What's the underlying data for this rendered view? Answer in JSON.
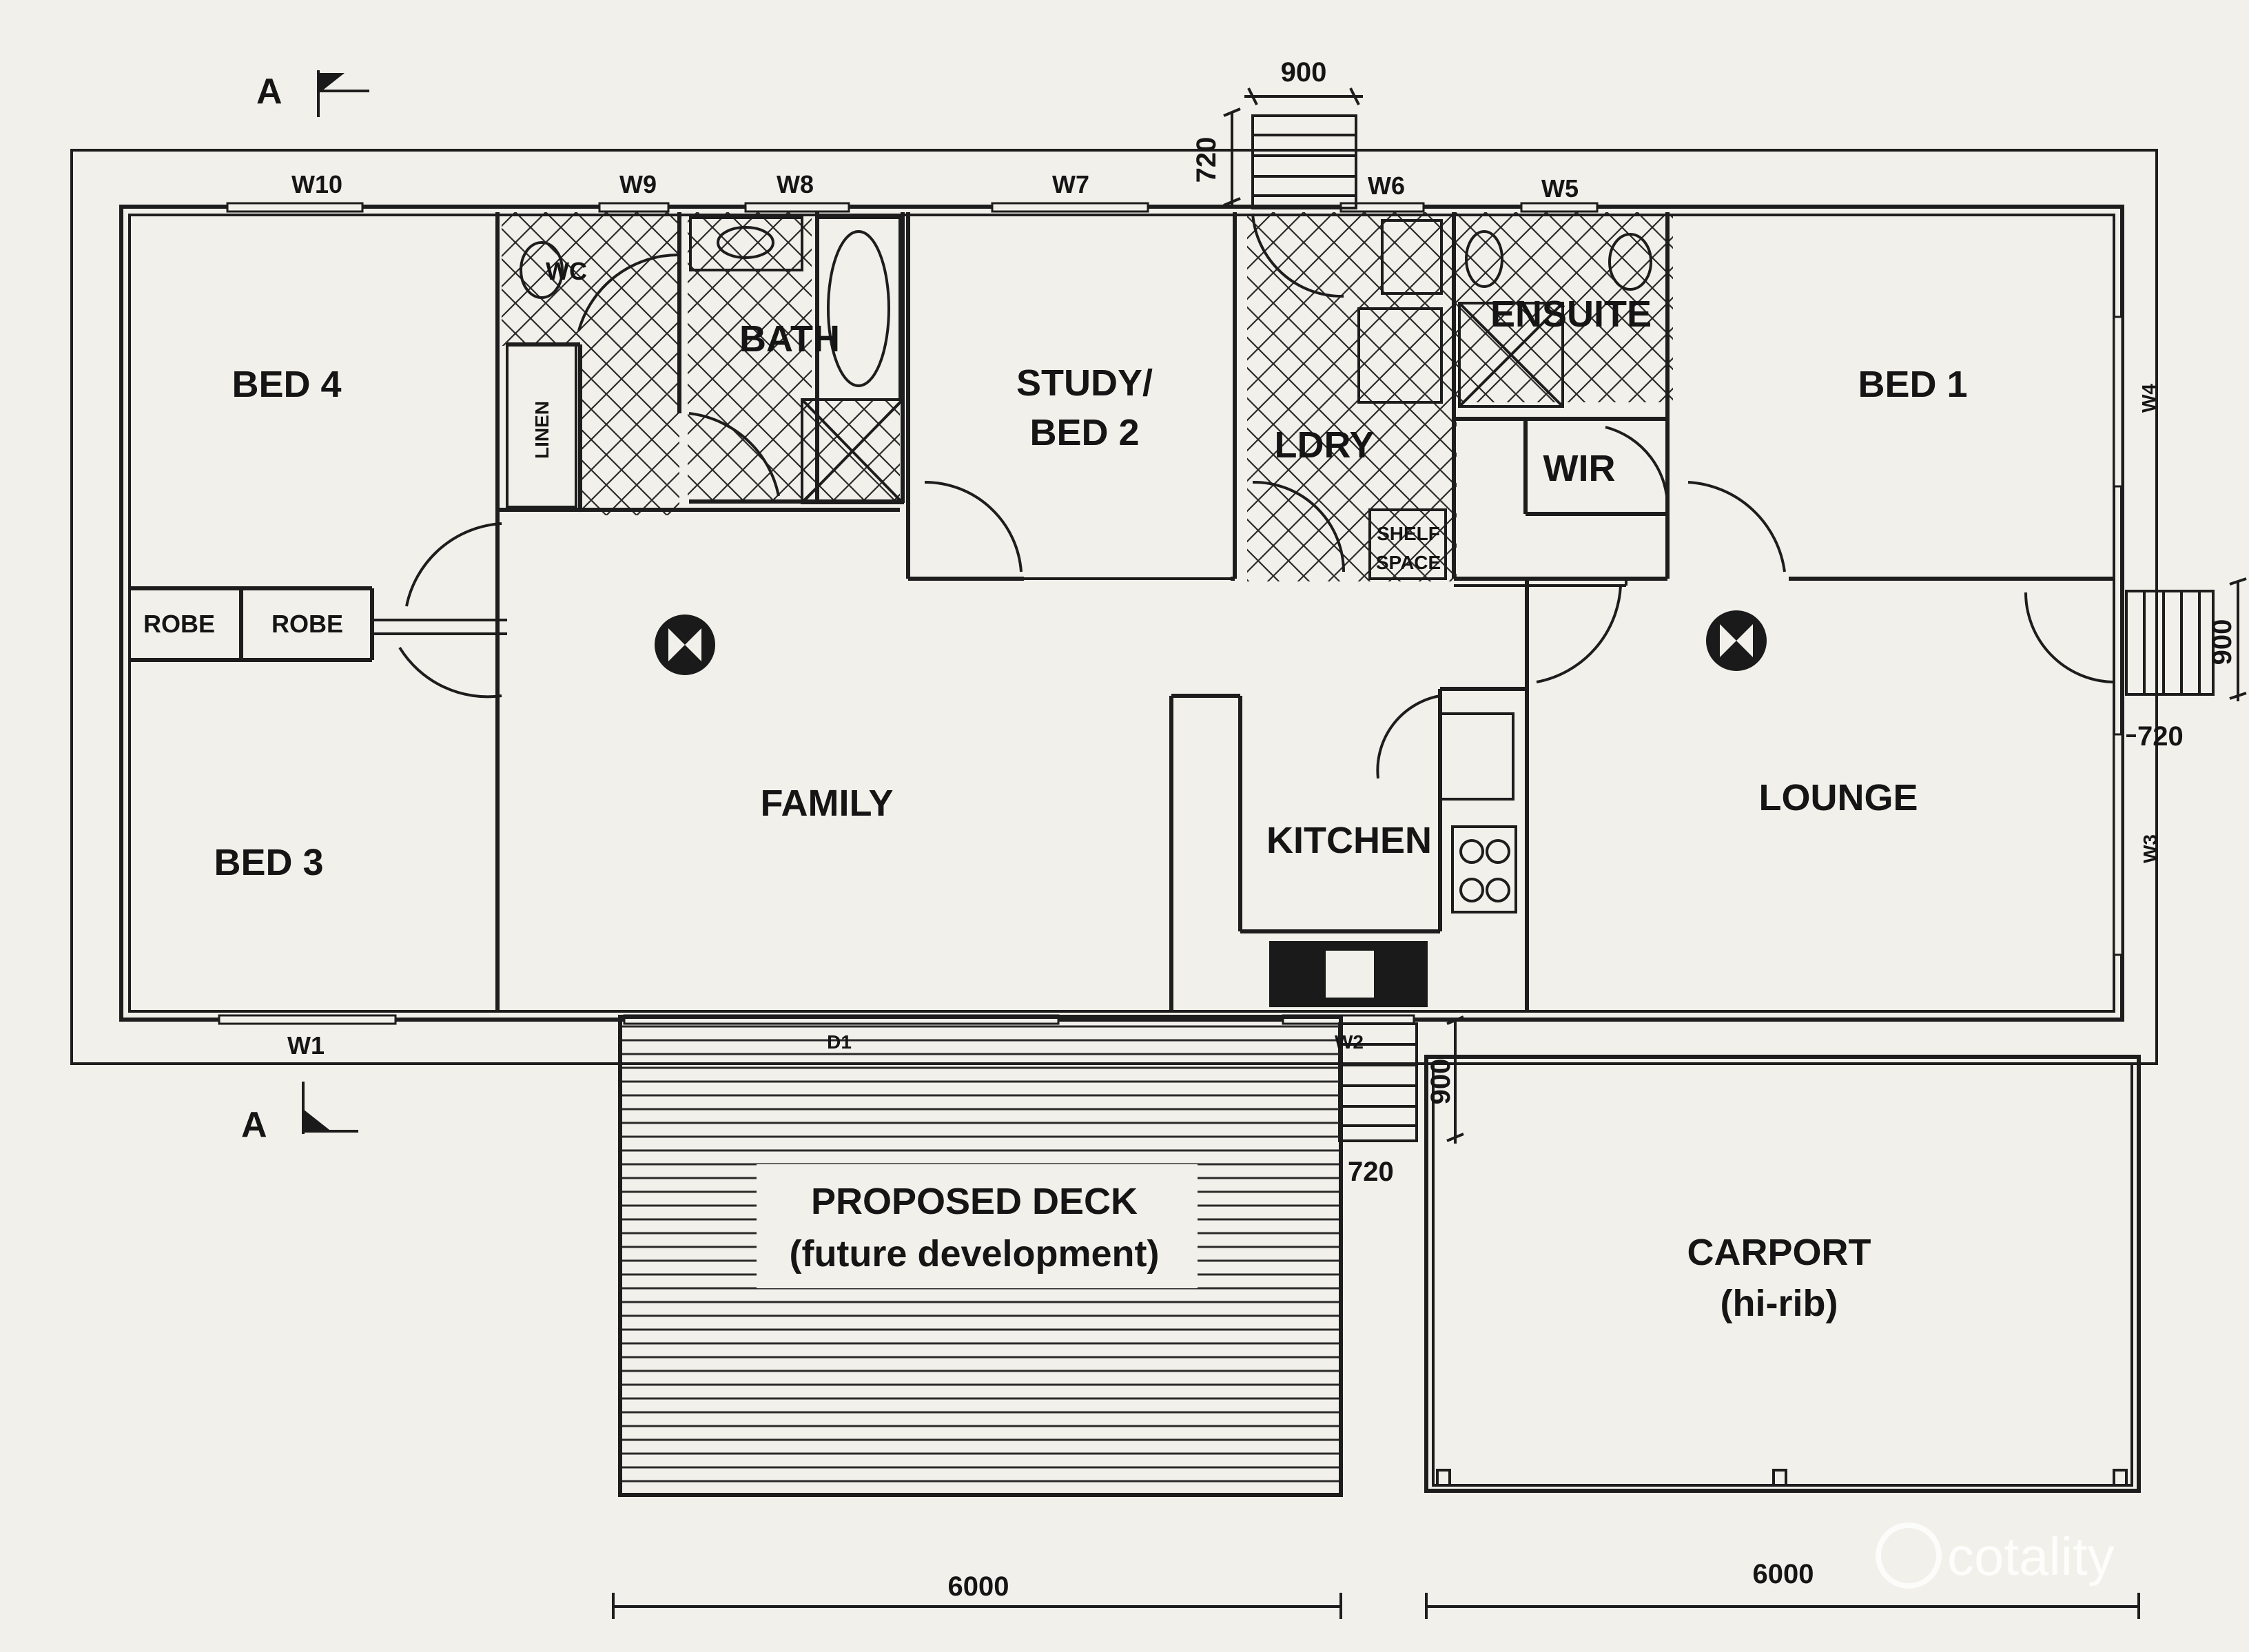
{
  "section_marks": [
    "A",
    "A"
  ],
  "rooms": {
    "bed4": "BED 4",
    "bed3": "BED 3",
    "wc": "WC",
    "linen": "LINEN",
    "bath": "BATH",
    "study_line1": "STUDY/",
    "study_line2": "BED 2",
    "ldry": "LDRY",
    "shelf_line1": "SHELF",
    "shelf_line2": "SPACE",
    "ensuite": "ENSUITE",
    "wir": "WIR",
    "bed1": "BED 1",
    "robe1": "ROBE",
    "robe2": "ROBE",
    "family": "FAMILY",
    "kitchen": "KITCHEN",
    "lounge": "LOUNGE",
    "deck_line1": "PROPOSED DECK",
    "deck_line2": "(future development)",
    "carport_line1": "CARPORT",
    "carport_line2": "(hi-rib)"
  },
  "windows": {
    "w1": "W1",
    "w2": "W2",
    "w3": "W3",
    "w4": "W4",
    "w5": "W5",
    "w6": "W6",
    "w7": "W7",
    "w8": "W8",
    "w9": "W9",
    "w10": "W10",
    "d1": "D1"
  },
  "dimensions": {
    "top_stair_width": "900",
    "top_stair_depth": "720",
    "right_stair_width": "900",
    "right_stair_depth": "720",
    "front_stair_width": "900",
    "front_stair_depth": "720",
    "deck_width": "6000",
    "carport_width": "6000"
  },
  "watermark": "cotality"
}
